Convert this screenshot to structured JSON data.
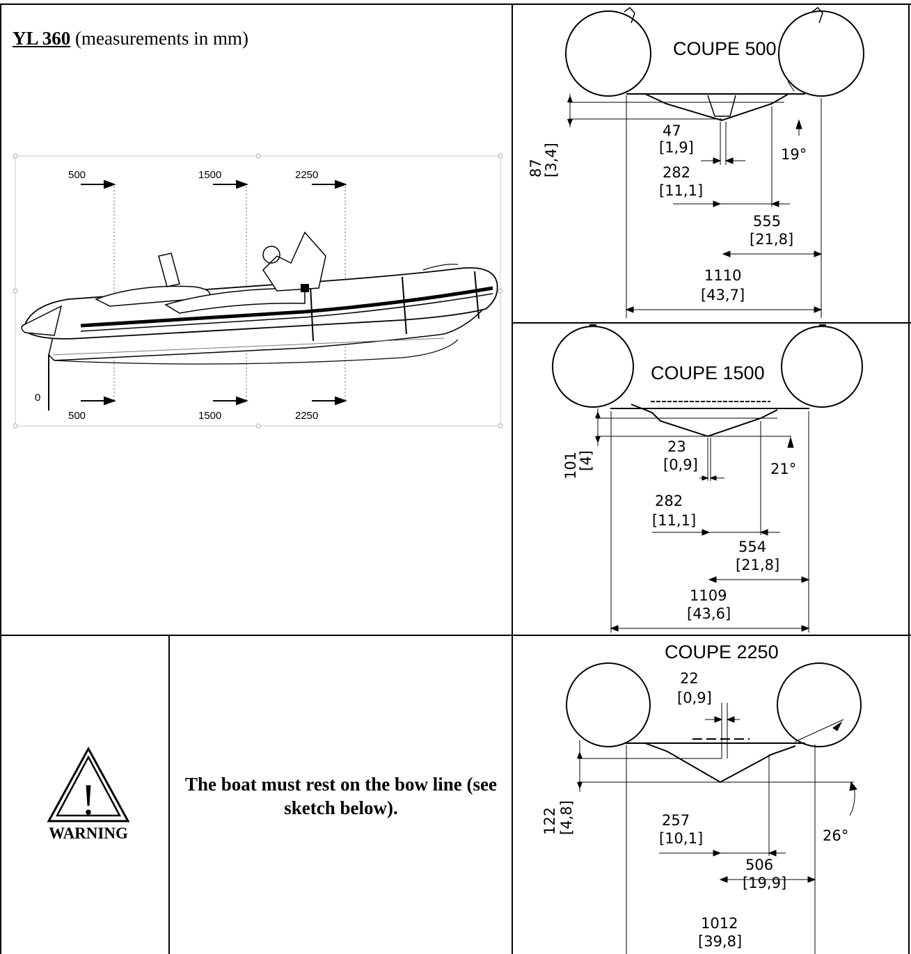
{
  "title": {
    "model": "YL 360",
    "units": " (measurements in mm)"
  },
  "side_view": {
    "stations_top": [
      "500",
      "1500",
      "2250"
    ],
    "stations_bottom": [
      "500",
      "1500",
      "2250"
    ],
    "origin": "0"
  },
  "sections": [
    {
      "label": "COUPE 500",
      "height_mm": "87",
      "height_in": "[3,4]",
      "gap_mm": "47",
      "gap_in": "[1,9]",
      "angle": "19°",
      "a_mm": "282",
      "a_in": "[11,1]",
      "half_mm": "555",
      "half_in": "[21,8]",
      "width_mm": "1110",
      "width_in": "[43,7]"
    },
    {
      "label": "COUPE 1500",
      "height_mm": "101",
      "height_in": "[4]",
      "gap_mm": "23",
      "gap_in": "[0,9]",
      "angle": "21°",
      "a_mm": "282",
      "a_in": "[11,1]",
      "half_mm": "554",
      "half_in": "[21,8]",
      "width_mm": "1109",
      "width_in": "[43,6]"
    },
    {
      "label": "COUPE 2250",
      "height_mm": "122",
      "height_in": "[4,8]",
      "gap_mm": "22",
      "gap_in": "[0,9]",
      "angle": "26°",
      "a_mm": "257",
      "a_in": "[10,1]",
      "half_mm": "506",
      "half_in": "[19,9]",
      "width_mm": "1012",
      "width_in": "[39,8]"
    }
  ],
  "warning": {
    "label": "WARNING",
    "symbol": "!",
    "icon": "warning-triangle-icon",
    "message": "The boat must rest on the bow line (see sketch below)."
  }
}
